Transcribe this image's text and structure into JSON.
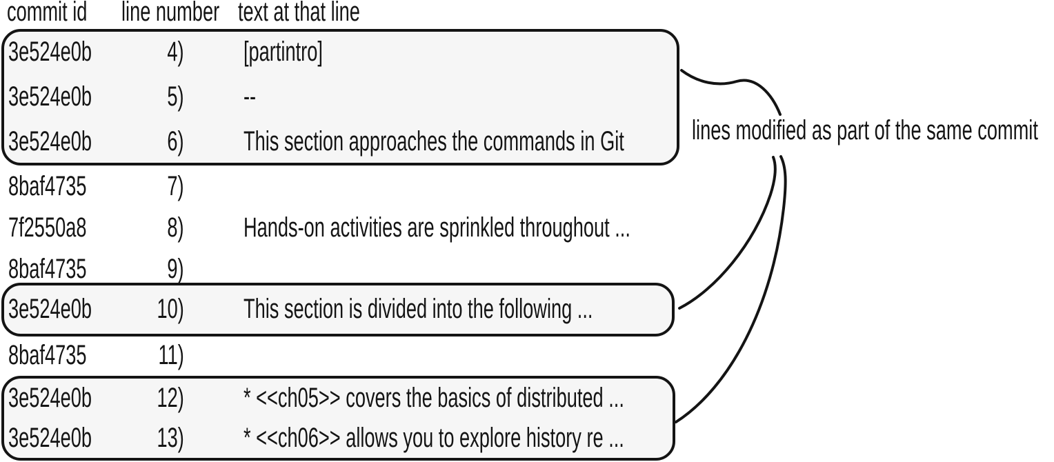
{
  "header": {
    "columns": [
      "commit id",
      "line number",
      "text at that line"
    ]
  },
  "rows": [
    {
      "commit": "3e524e0b",
      "line": "4)",
      "text": "[partintro]"
    },
    {
      "commit": "3e524e0b",
      "line": "5)",
      "text": "--"
    },
    {
      "commit": "3e524e0b",
      "line": "6)",
      "text": "This section approaches the commands in Git"
    },
    {
      "commit": "8baf4735",
      "line": "7)",
      "text": ""
    },
    {
      "commit": "7f2550a8",
      "line": "8)",
      "text": "Hands-on activities are sprinkled throughout ..."
    },
    {
      "commit": "8baf4735",
      "line": "9)",
      "text": ""
    },
    {
      "commit": "3e524e0b",
      "line": "10)",
      "text": "This section is divided into the following ..."
    },
    {
      "commit": "8baf4735",
      "line": "11)",
      "text": ""
    },
    {
      "commit": "3e524e0b",
      "line": "12)",
      "text": "* <<ch05>> covers the basics of distributed ..."
    },
    {
      "commit": "3e524e0b",
      "line": "13)",
      "text": "* <<ch06>> allows you to explore history re ..."
    }
  ],
  "groups": [
    {
      "commit": "3e524e0b",
      "lines": [
        "4",
        "5",
        "6"
      ]
    },
    {
      "commit": "3e524e0b",
      "lines": [
        "10"
      ]
    },
    {
      "commit": "3e524e0b",
      "lines": [
        "12",
        "13"
      ]
    }
  ],
  "annotation": {
    "label": "lines modified as part of the same commit"
  },
  "colors": {
    "stroke": "#141414",
    "box_fill": "#f6f6f6"
  }
}
